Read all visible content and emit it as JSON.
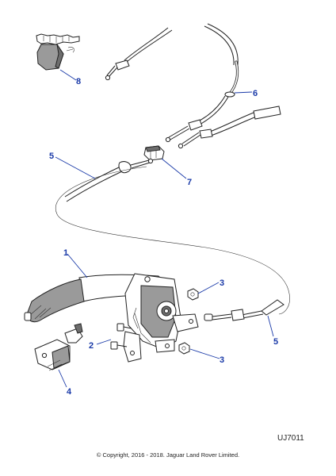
{
  "callouts": [
    {
      "id": "c8a",
      "label": "8"
    },
    {
      "id": "c6",
      "label": "6"
    },
    {
      "id": "c5a",
      "label": "5"
    },
    {
      "id": "c7",
      "label": "7"
    },
    {
      "id": "c1",
      "label": "1"
    },
    {
      "id": "c3a",
      "label": "3"
    },
    {
      "id": "c2",
      "label": "2"
    },
    {
      "id": "c5b",
      "label": "5"
    },
    {
      "id": "c3b",
      "label": "3"
    },
    {
      "id": "c4",
      "label": "4"
    }
  ],
  "reference_code": "UJ7011",
  "copyright": "© Copyright, 2016 - 2018. Jaguar Land Rover Limited.",
  "colors": {
    "callout": "#1a3aa8",
    "line": "#222222",
    "part_fill": "#9a9a9a"
  }
}
